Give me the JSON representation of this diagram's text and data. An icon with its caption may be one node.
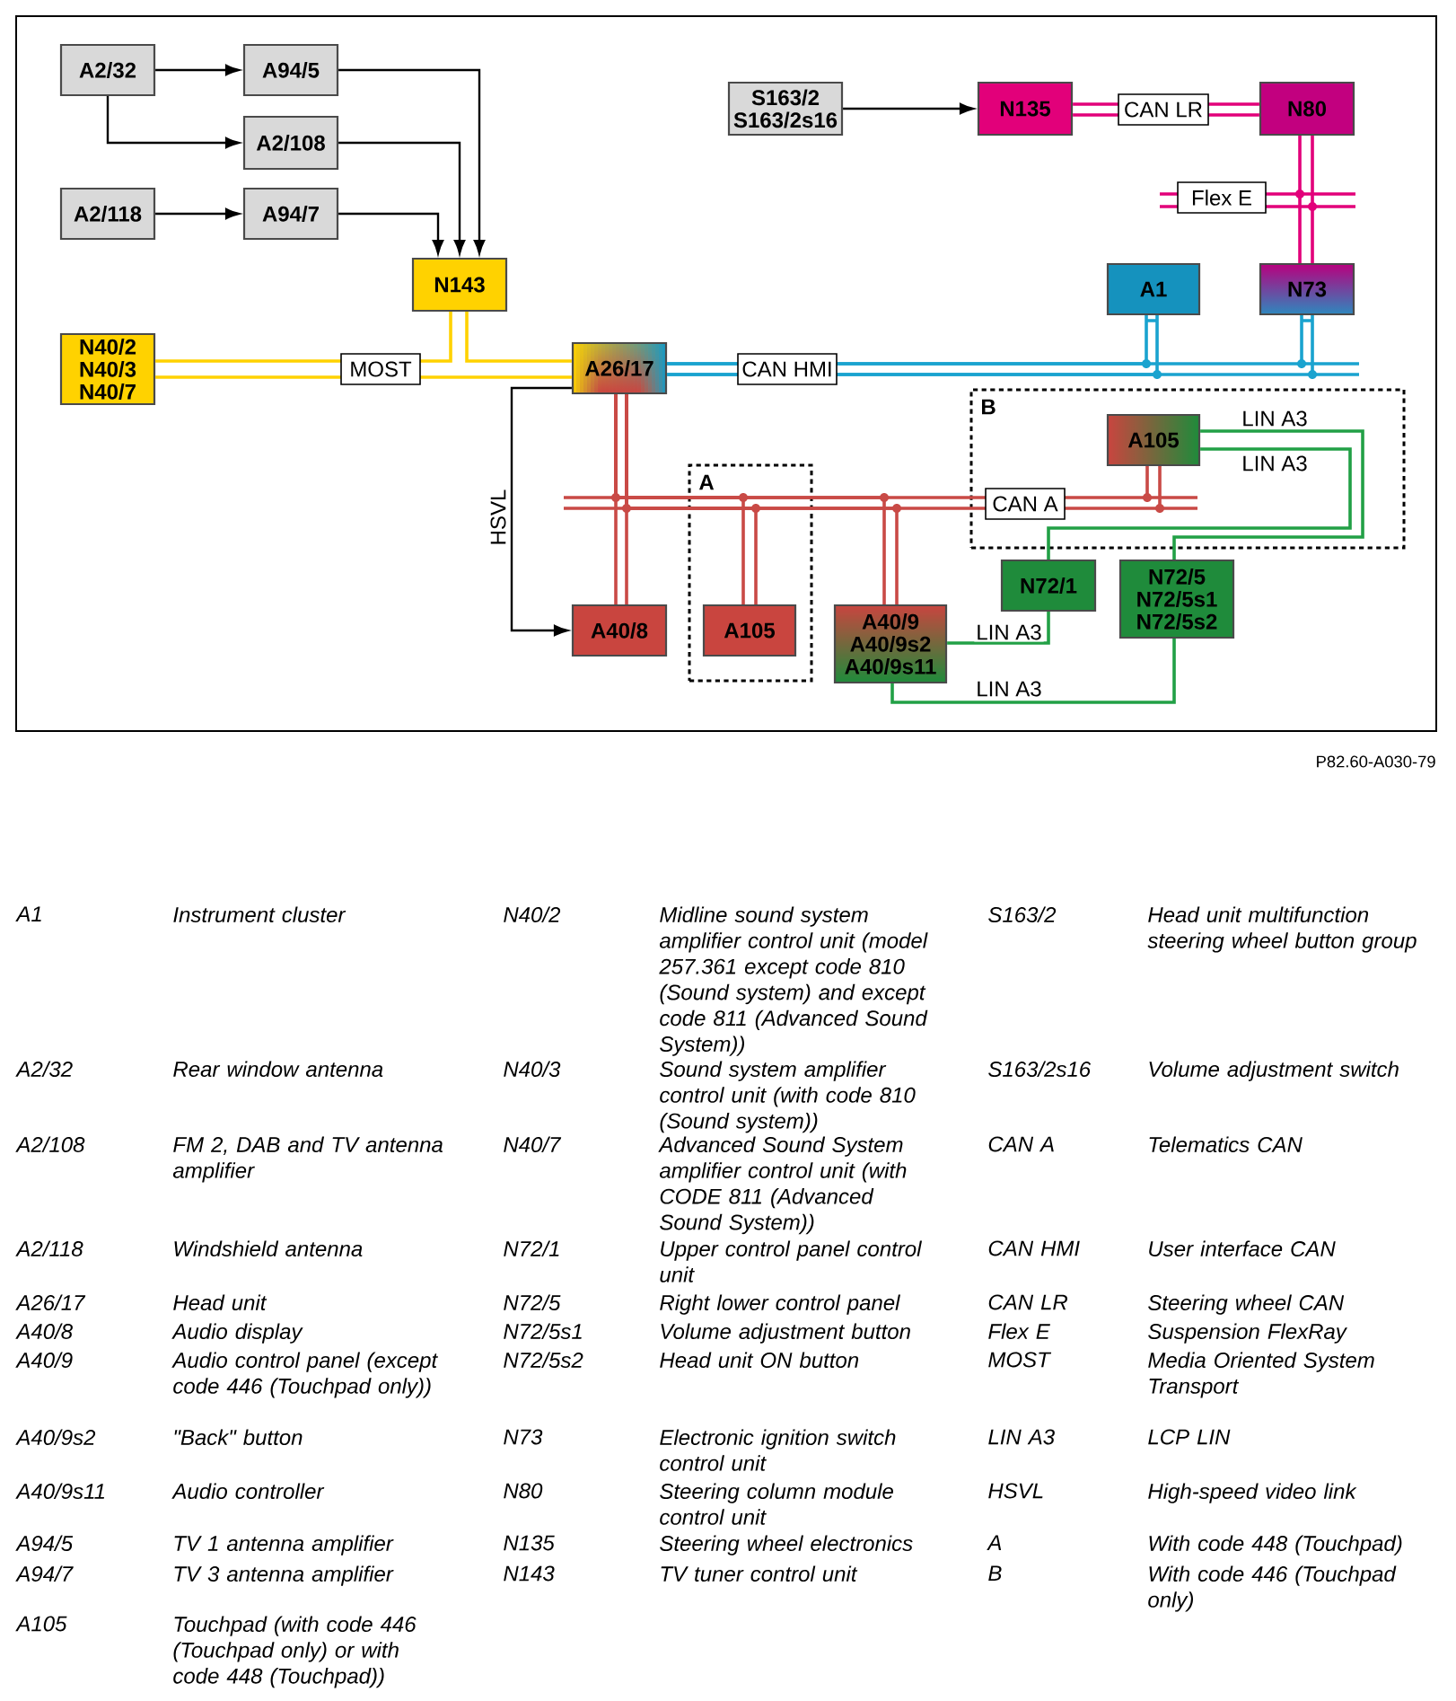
{
  "diagram": {
    "nodes": [
      {
        "text": [
          "A2/32"
        ]
      },
      {
        "text": [
          "A94/5"
        ]
      },
      {
        "text": [
          "S163/2",
          "S163/2s16"
        ]
      },
      {
        "text": [
          "N135"
        ]
      },
      {
        "text": [
          "N80"
        ]
      },
      {
        "text": [
          "A2/108"
        ]
      },
      {
        "text": [
          "A2/118"
        ]
      },
      {
        "text": [
          "A94/7"
        ]
      },
      {
        "text": [
          "N143"
        ]
      },
      {
        "text": [
          "A1"
        ]
      },
      {
        "text": [
          "N73"
        ]
      },
      {
        "text": [
          "N40/2",
          "N40/3",
          "N40/7"
        ]
      },
      {
        "text": [
          "A26/17"
        ]
      },
      {
        "text": [
          "B"
        ]
      },
      {
        "text": [
          "A105"
        ],
        "in": 13
      },
      {
        "text": [
          "A"
        ]
      },
      {
        "text": [
          "A105"
        ],
        "in": 15
      },
      {
        "text": [
          "N72/1"
        ]
      },
      {
        "text": [
          "N72/5",
          "N72/5s1",
          "N72/5s2"
        ]
      },
      {
        "text": [
          "A40/8"
        ]
      },
      {
        "text": [
          "A40/9",
          "A40/9s2",
          "A40/9s11"
        ]
      }
    ],
    "edges": [
      {
        "from": 0,
        "to": 1,
        "arrow": "to"
      },
      {
        "from": 0,
        "to": 5,
        "arrow": "to"
      },
      {
        "from": 6,
        "to": 7,
        "arrow": "to"
      },
      {
        "from": 1,
        "to": 8,
        "arrow": "to"
      },
      {
        "from": 5,
        "to": 8,
        "arrow": "to"
      },
      {
        "from": 7,
        "to": 8,
        "arrow": "to"
      },
      {
        "from": 2,
        "to": 3,
        "arrow": "to"
      },
      {
        "from": 3,
        "to": 4,
        "arrow": "none",
        "label": "CAN LR",
        "color": "#e2007a"
      },
      {
        "from": 4,
        "to": 10,
        "arrow": "none",
        "label": "Flex E",
        "color": "#e2007a"
      },
      {
        "from": 11,
        "to": 8,
        "arrow": "none",
        "color": "#ffd200"
      },
      {
        "from": 8,
        "to": 12,
        "arrow": "none",
        "color": "#ffd200"
      },
      {
        "from": 11,
        "to": 12,
        "arrow": "none",
        "label": "MOST",
        "color": "#ffd200"
      },
      {
        "from": 12,
        "to": 9,
        "arrow": "none",
        "label": "CAN HMI",
        "color": "#1aa3cf"
      },
      {
        "from": 12,
        "to": 10,
        "arrow": "none",
        "color": "#1aa3cf"
      },
      {
        "from": 12,
        "to": 19,
        "arrow": "none",
        "color": "#c94a46"
      },
      {
        "from": 12,
        "to": 16,
        "arrow": "none",
        "color": "#c94a46"
      },
      {
        "from": 12,
        "to": 20,
        "arrow": "none",
        "color": "#c94a46"
      },
      {
        "from": 12,
        "to": 14,
        "arrow": "none",
        "label": "CAN A",
        "color": "#c94a46"
      },
      {
        "from": 14,
        "to": 18,
        "arrow": "none",
        "label": "LIN A3",
        "color": "#22a046"
      },
      {
        "from": 14,
        "to": 17,
        "arrow": "none",
        "label": "LIN A3",
        "color": "#22a046"
      },
      {
        "from": 17,
        "to": 20,
        "arrow": "none",
        "label": "LIN A3",
        "color": "#22a046"
      },
      {
        "from": 18,
        "to": 20,
        "arrow": "none",
        "label": "LIN A3",
        "color": "#22a046"
      },
      {
        "from": 12,
        "to": 19,
        "arrow": "to",
        "label": "HSVL"
      }
    ],
    "labels": [
      "P82.60-A030-79",
      "A1",
      "Instrument cluster",
      "N40/2",
      "Midline sound system amplifier control unit (model 257.361 except code 810 (Sound system) and except code 811 (Advanced Sound System))",
      "S163/2",
      "Head unit multifunction steering wheel button group",
      "A2/32",
      "Rear window antenna",
      "N40/3",
      "Sound system amplifier control unit (with code 810 (Sound system))",
      "S163/2s16",
      "Volume adjustment switch",
      "A2/108",
      "FM 2, DAB and TV antenna amplifier",
      "N40/7",
      "Advanced Sound System amplifier control unit (with CODE 811 (Advanced Sound System))",
      "CAN A",
      "Telematics CAN",
      "A2/118",
      "Windshield antenna",
      "N72/1",
      "Upper control panel control unit",
      "CAN HMI",
      "User interface CAN",
      "A26/17",
      "Head unit",
      "N72/5",
      "Right lower control panel",
      "CAN LR",
      "Steering wheel CAN",
      "A40/8",
      "Audio display",
      "N72/5s1",
      "Volume adjustment button",
      "Flex E",
      "Suspension FlexRay",
      "A40/9",
      "Audio control panel (except code 446 (Touchpad only))",
      "N72/5s2",
      "Head unit ON button",
      "MOST",
      "Media Oriented System Transport",
      "A40/9s2",
      "\"Back\" button",
      "N73",
      "Electronic ignition switch control unit",
      "LIN A3",
      "LCP LIN",
      "A40/9s11",
      "Audio controller",
      "N80",
      "Steering column module control unit",
      "HSVL",
      "High-speed video link",
      "A94/5",
      "TV 1 antenna amplifier",
      "N135",
      "Steering wheel electronics",
      "A",
      "With code 448 (Touchpad)",
      "A94/7",
      "TV 3 antenna amplifier",
      "N143",
      "TV tuner control unit",
      "B",
      "With code 446 (Touchpad only)",
      "A105",
      "Touchpad (with code 446 (Touchpad only) or with code 448 (Touchpad))"
    ]
  }
}
